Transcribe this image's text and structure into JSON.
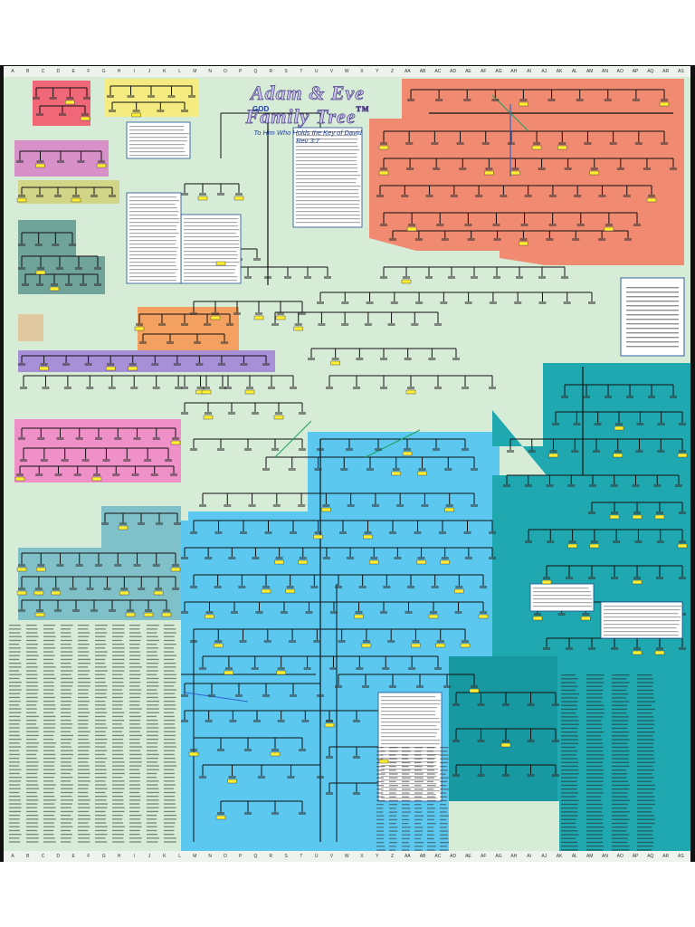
{
  "title": "Adam & Eve Family Tree",
  "trademark": "TM",
  "subtitle": "To Him Who Holds the Key of David",
  "reference": "Rev 3:7",
  "root_label": "GOD",
  "column_letters": [
    "A",
    "B",
    "C",
    "D",
    "E",
    "F",
    "G",
    "H",
    "I",
    "J",
    "K",
    "L",
    "M",
    "N",
    "O",
    "P",
    "Q",
    "R",
    "S",
    "T",
    "U",
    "V",
    "W",
    "X",
    "Y",
    "Z",
    "AA",
    "AB",
    "AC",
    "AD",
    "AE",
    "AF",
    "AG",
    "AH",
    "AI",
    "AJ",
    "AK",
    "AL",
    "AM",
    "AN",
    "AO",
    "AP",
    "AQ",
    "AR",
    "AS"
  ],
  "colors": {
    "board": "#d6ecd6",
    "red": "#f06878",
    "yellow": "#f4ec80",
    "magenta": "#d890c8",
    "olive": "#d2d488",
    "teal_dark": "#70a49a",
    "tan": "#e0c8a0",
    "orange": "#f4a060",
    "purple": "#a890d8",
    "pink": "#f090c8",
    "blue": "#5cc8f0",
    "teal": "#20a8b0",
    "steel": "#80c0c8",
    "salmon": "#f08a70",
    "title_fill": "#c9c3e8",
    "title_stroke": "#4b3b88",
    "highlight": "#ffee33",
    "line": "#111111",
    "line_green": "#18a060",
    "line_blue": "#3060d0"
  }
}
